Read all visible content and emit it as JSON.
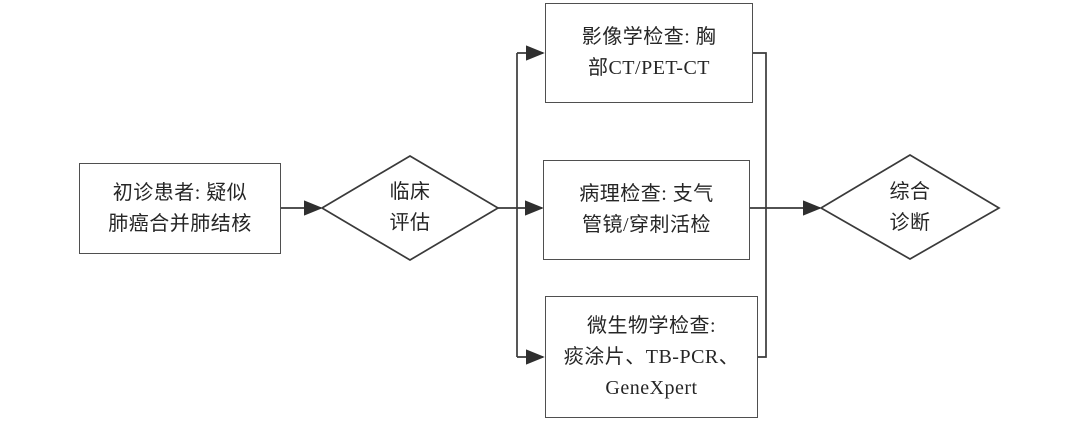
{
  "diagram": {
    "type": "flowchart",
    "background": "#ffffff",
    "line_color": "#3a3a3a",
    "box_border_color": "#4f4f4f",
    "text_color": "#262626",
    "nodes": {
      "patient": {
        "shape": "rectangle",
        "lines": [
          "初诊患者: 疑似",
          "肺癌合并肺结核"
        ]
      },
      "evaluation": {
        "shape": "diamond",
        "lines": [
          "临床",
          "评估"
        ]
      },
      "imaging": {
        "shape": "rectangle",
        "lines": [
          "影像学检查: 胸",
          "部CT/PET-CT"
        ]
      },
      "pathology": {
        "shape": "rectangle",
        "lines": [
          "病理检查: 支气",
          "管镜/穿刺活检"
        ]
      },
      "microbiology": {
        "shape": "rectangle",
        "lines": [
          "微生物学检查:",
          "痰涂片、TB-PCR、",
          "GeneXpert"
        ]
      },
      "diagnosis": {
        "shape": "diamond",
        "lines": [
          "综合",
          "诊断"
        ]
      }
    },
    "edges": [
      {
        "from": "patient",
        "to": "evaluation",
        "arrow": true
      },
      {
        "from": "evaluation",
        "to": "imaging",
        "arrow": true
      },
      {
        "from": "evaluation",
        "to": "pathology",
        "arrow": true
      },
      {
        "from": "evaluation",
        "to": "microbiology",
        "arrow": true
      },
      {
        "from": "imaging",
        "to": "diagnosis",
        "arrow": false
      },
      {
        "from": "pathology",
        "to": "diagnosis",
        "arrow": true
      },
      {
        "from": "microbiology",
        "to": "diagnosis",
        "arrow": false
      }
    ]
  }
}
